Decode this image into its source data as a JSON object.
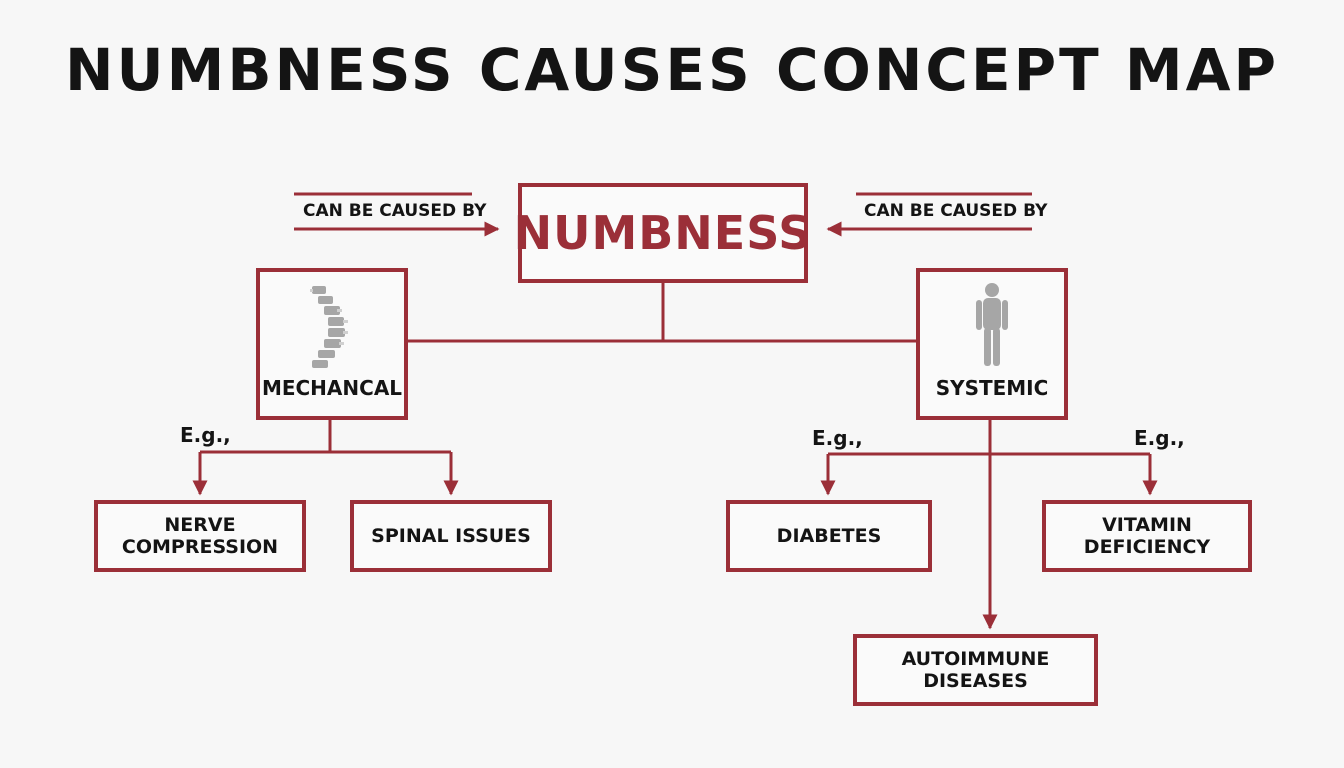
{
  "title": "NUMBNESS CAUSES CONCEPT MAP",
  "root": {
    "label": "NUMBNESS"
  },
  "link_labels": {
    "left": "CAN BE CAUSED BY",
    "right": "CAN BE CAUSED BY"
  },
  "example_labels": [
    "E.g.,",
    "E.g.,",
    "E.g.,"
  ],
  "categories": {
    "mechanical": {
      "label": "MECHANCAL",
      "icon": "spine-icon"
    },
    "systemic": {
      "label": "SYSTEMIC",
      "icon": "human-body-icon"
    }
  },
  "mechanical_examples": [
    "NERVE COMPRESSION",
    "SPINAL ISSUES"
  ],
  "systemic_examples": [
    "DIABETES",
    "VITAMIN DEFICIENCY",
    "AUTOIMMUNE DISEASES"
  ],
  "colors": {
    "accent": "#9b2f38",
    "text": "#141414",
    "icon": "#a6a6a6",
    "background": "#f7f7f7"
  }
}
